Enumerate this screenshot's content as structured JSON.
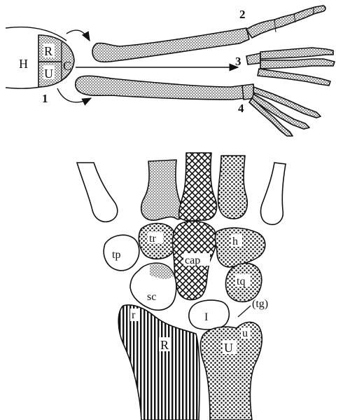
{
  "top_figure": {
    "labels": {
      "humerus": "H",
      "radius_facet": "R",
      "ulna_facet": "U",
      "capitulum": "C",
      "arrow_1": "1",
      "arrow_2": "2",
      "arrow_3": "3",
      "arrow_4": "4"
    }
  },
  "bottom_figure": {
    "labels": {
      "trapezium": "tp",
      "trapezoid": "tr",
      "capitate": "cap",
      "hamate": "h",
      "scaphoid": "sc",
      "triquetrum": "tq",
      "lunate": "I",
      "triangular_fibrocartilage": "(tg)",
      "radius_styloid": "r",
      "radius": "R",
      "ulna_styloid": "u",
      "ulna": "U"
    }
  },
  "colors": {
    "ink": "#111111",
    "stipple": "#9a9a9a",
    "paper": "#ffffff"
  }
}
